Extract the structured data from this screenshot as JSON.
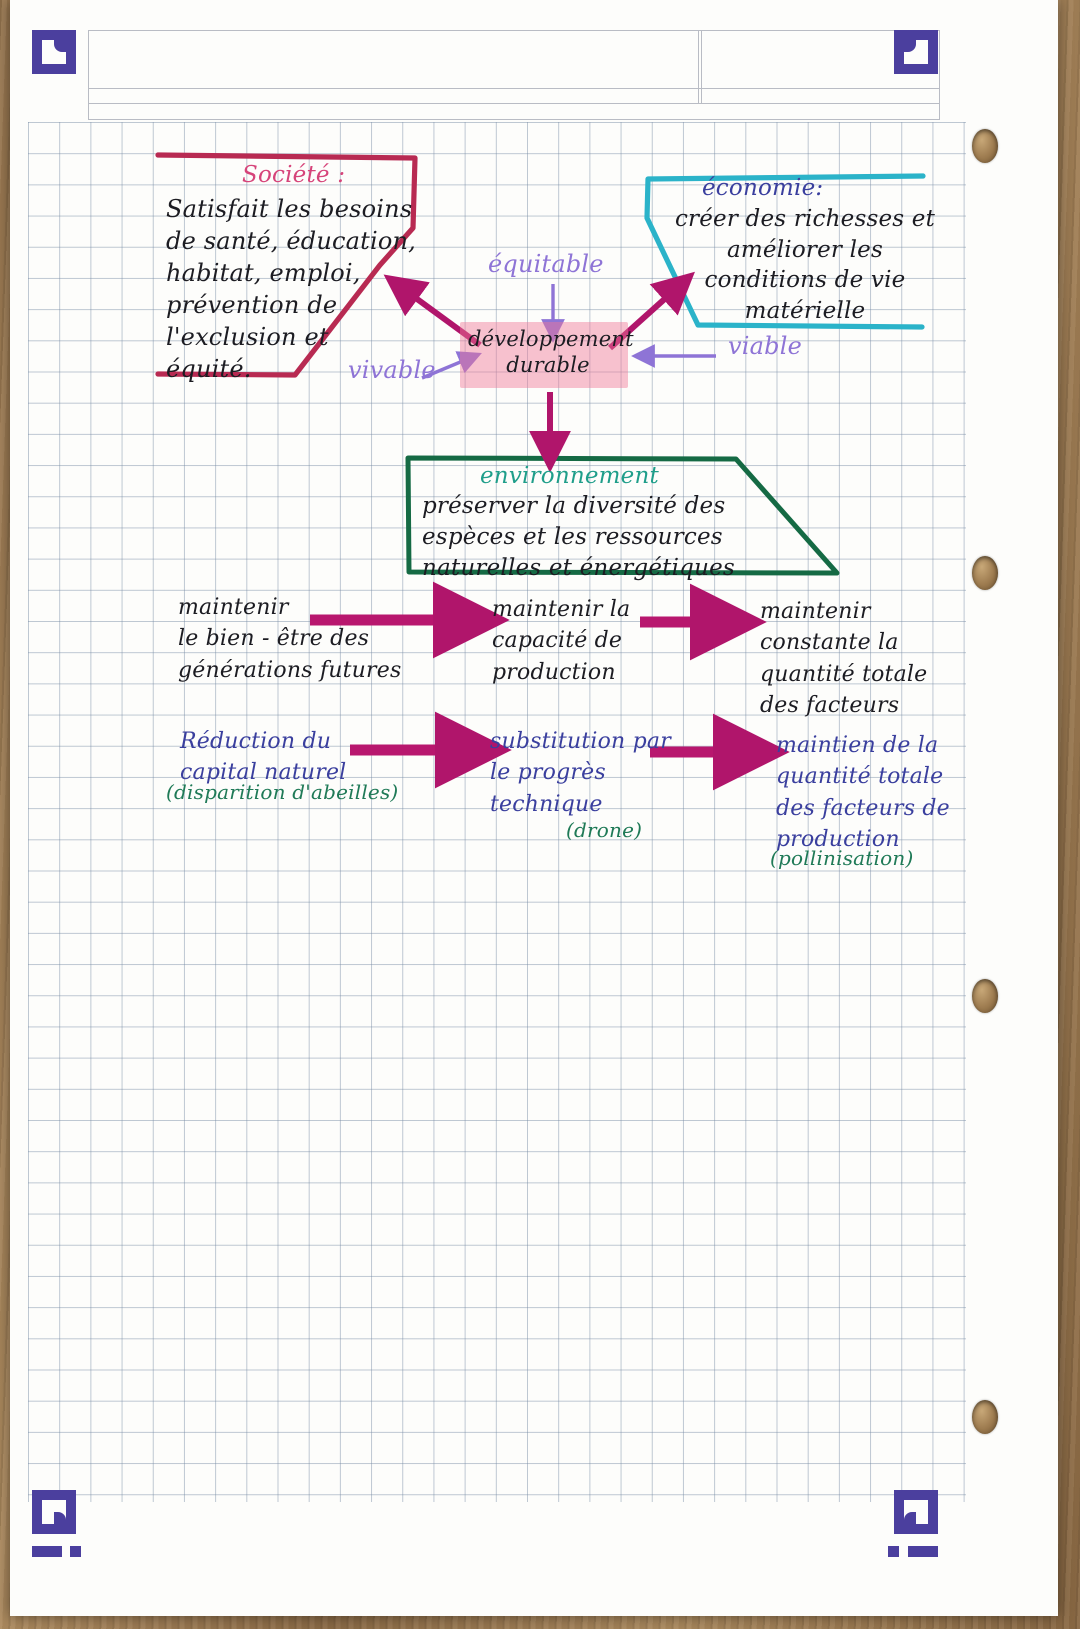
{
  "page": {
    "type": "handwritten-notes",
    "language": "fr",
    "paper": "graph-paper",
    "topic": "developpement-durable"
  },
  "diagram": {
    "center": {
      "label": "développement\ndurable",
      "highlight_color": "#f07896",
      "ink_color": "#1c1c22"
    },
    "pillars": [
      {
        "id": "societe",
        "title": "Société :",
        "title_color": "#d6447a",
        "border_color": "#b02a4a",
        "body": "Satisfait les besoins\nde santé, éducation,\nhabitat, emploi,\nprévention de\nl'exclusion et\néquité."
      },
      {
        "id": "economie",
        "title": "économie:",
        "title_color": "#3a3f9e",
        "border_color": "#29b0c8",
        "body": "créer des richesses et\naméliorer les\nconditions de vie\nmatérielle"
      },
      {
        "id": "environnement",
        "title": "environnement",
        "title_color": "#1f9e8a",
        "border_color": "#156a44",
        "body": "préserver la diversité des\nespèces et les ressources\nnaturelles et énergétiques"
      }
    ],
    "link_labels": [
      {
        "id": "equitable",
        "text": "équitable",
        "color": "#8e74d6"
      },
      {
        "id": "vivable",
        "text": "vivable",
        "color": "#8e74d6"
      },
      {
        "id": "viable",
        "text": "viable",
        "color": "#8e74d6"
      }
    ],
    "arrow_color": "#b0156b"
  },
  "chains": [
    {
      "id": "chain-1",
      "steps": [
        {
          "text": "maintenir\nle bien - être des\ngénérations futures",
          "color": "#1c1c22"
        },
        {
          "text": "maintenir la\ncapacité de\nproduction",
          "color": "#1c1c22"
        },
        {
          "text": "maintenir\nconstante la\nquantité totale\ndes facteurs",
          "color": "#1c1c22"
        }
      ]
    },
    {
      "id": "chain-2",
      "steps": [
        {
          "text": "Réduction du\ncapital naturel",
          "color": "#3a3f9e",
          "note": "(disparition d'abeilles)",
          "note_color": "#1f7a57"
        },
        {
          "text": "substitution par\nle progrès\ntechnique",
          "color": "#3a3f9e",
          "note": "(drone)",
          "note_color": "#1f7a57"
        },
        {
          "text": "maintien de la\nquantité totale\ndes facteurs de\nproduction",
          "color": "#3a3f9e",
          "note": "(pollinisation)",
          "note_color": "#1f7a57"
        }
      ]
    }
  ],
  "marks": {
    "registration": "corner-scan-marker"
  }
}
